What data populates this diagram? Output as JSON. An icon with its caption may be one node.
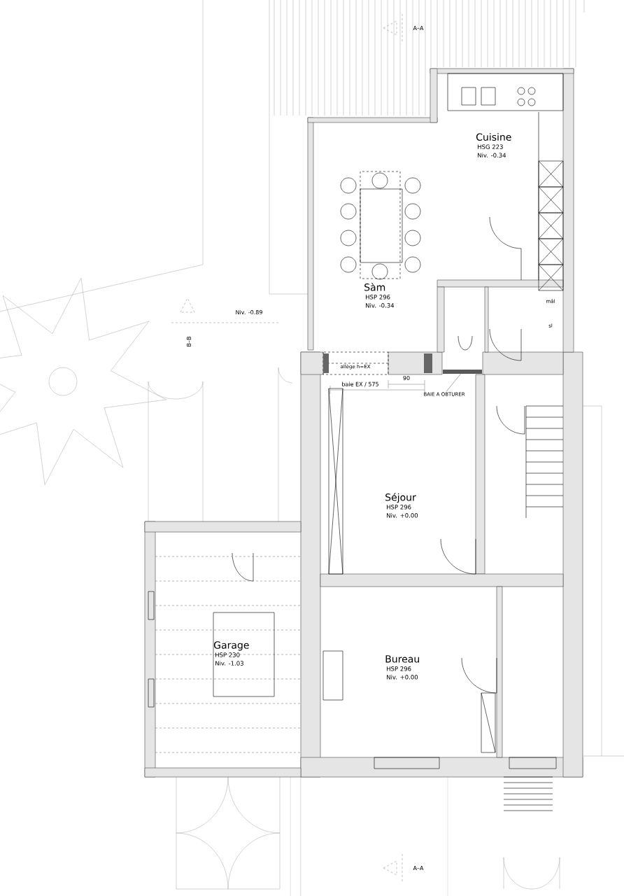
{
  "diagram": {
    "nodes": [
      {
        "text": [
          "Cuisine",
          "HSG 223",
          "Niv. -0.34"
        ]
      },
      {
        "text": [
          "Sàm",
          "HSP 296",
          "Niv. -0.34"
        ]
      },
      {
        "text": [
          "Séjour",
          "HSP 296",
          "Niv. +0.00"
        ]
      },
      {
        "text": [
          "Garage",
          "HSP 230",
          "Niv. -1.03"
        ]
      },
      {
        "text": [
          "Bureau",
          "HSP 296",
          "Niv. +0.00"
        ]
      },
      {
        "text": [
          "mâl"
        ]
      },
      {
        "text": [
          "sl"
        ]
      },
      {
        "text": [
          "BAIE A OBTURER"
        ]
      },
      {
        "text": [],
        "shape": "bar"
      }
    ],
    "edges": [
      {
        "from": 7,
        "to": 8,
        "arrow": "none"
      }
    ],
    "labels": [
      "A–A",
      "Niv. -0.89",
      "B–B",
      "allège h=EX",
      "90",
      "baie EX / 575",
      "A–A"
    ]
  }
}
